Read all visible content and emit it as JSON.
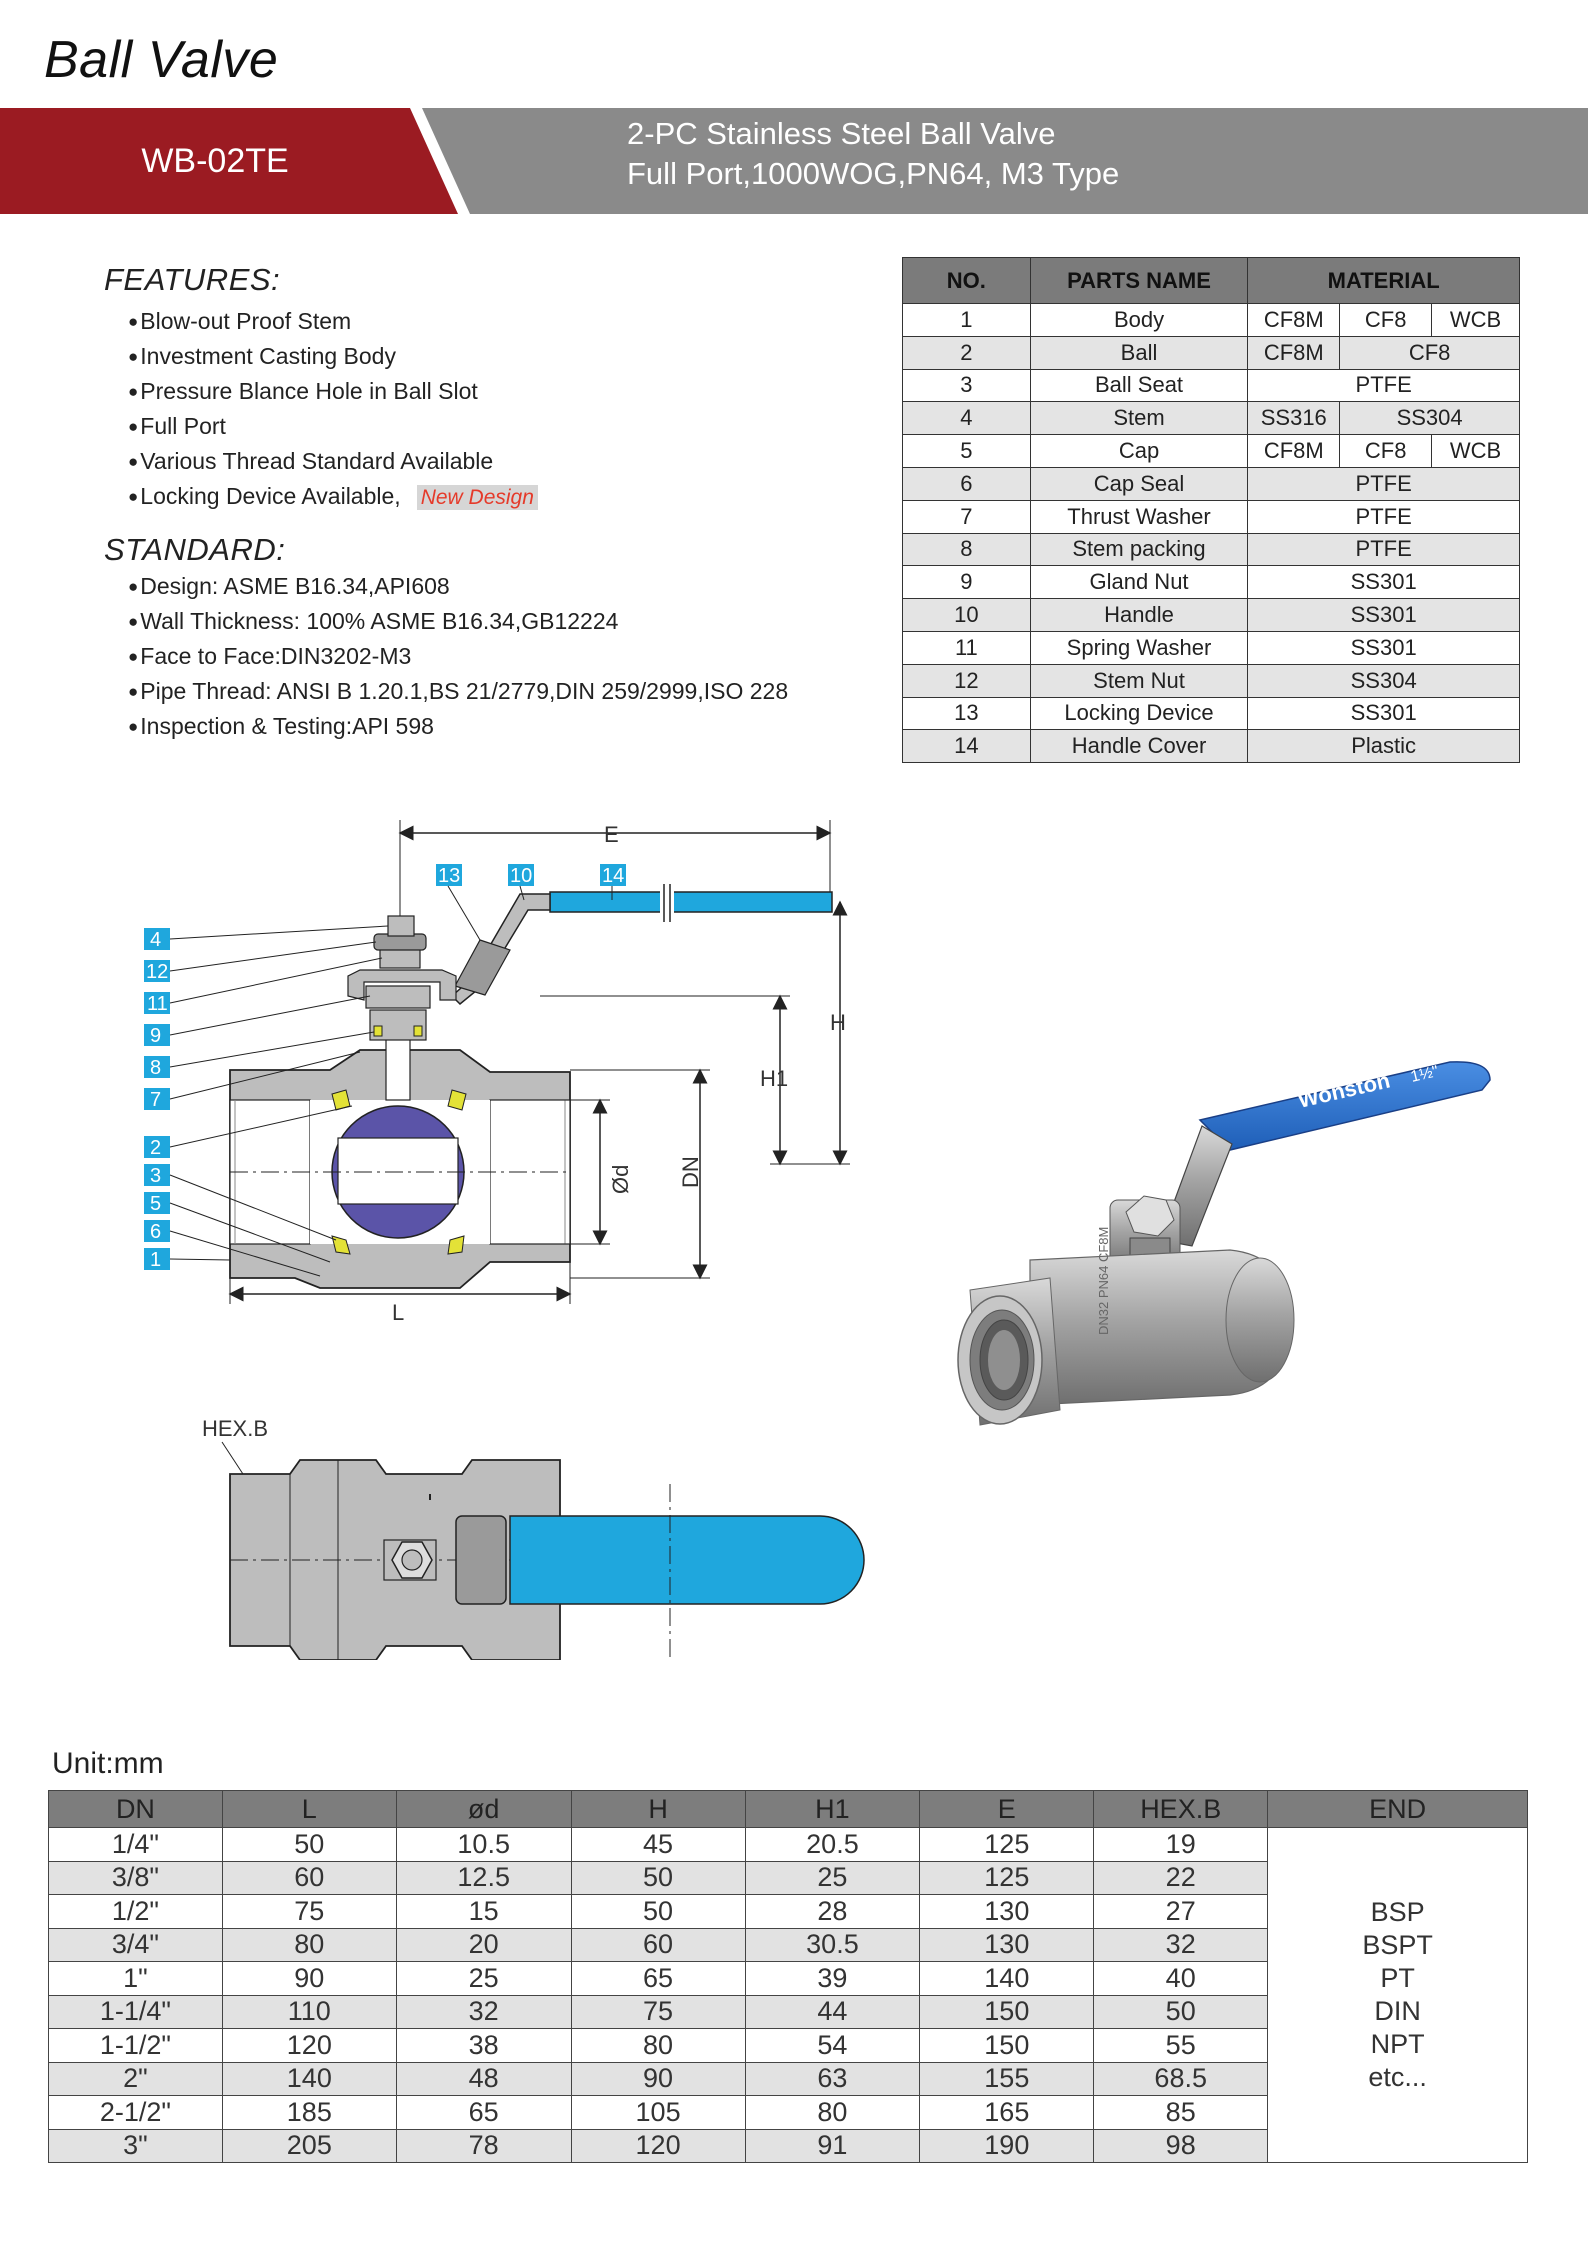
{
  "page": {
    "title": "Ball Valve",
    "model": "WB-02TE",
    "subtitle_line1": "2-PC Stainless Steel Ball Valve",
    "subtitle_line2": "Full Port,1000WOG,PN64, M3 Type"
  },
  "colors": {
    "banner_red": "#9b1b22",
    "banner_gray": "#8a8a8a",
    "accent_blue": "#1fa7dd",
    "new_design_red": "#e53a2a"
  },
  "features": {
    "heading": "FEATURES:",
    "items": [
      "Blow-out Proof Stem",
      "Investment Casting Body",
      "Pressure Blance Hole in Ball Slot",
      "Full Port",
      "Various Thread  Standard Available",
      "Locking Device Available,"
    ],
    "new_design_label": "New Design"
  },
  "standard": {
    "heading": "STANDARD:",
    "items": [
      "Design:  ASME B16.34,API608",
      "Wall Thickness: 100% ASME B16.34,GB12224",
      "Face to Face:DIN3202-M3",
      "Pipe Thread: ANSI B 1.20.1,BS 21/2779,DIN 259/2999,ISO 228",
      "Inspection & Testing:API 598"
    ]
  },
  "parts_table": {
    "headers": [
      "NO.",
      "PARTS NAME",
      "MATERIAL"
    ],
    "rows": [
      {
        "no": "1",
        "name": "Body",
        "materials": [
          "CF8M",
          "CF8",
          "WCB"
        ]
      },
      {
        "no": "2",
        "name": "Ball",
        "materials": [
          "CF8M",
          "CF8"
        ]
      },
      {
        "no": "3",
        "name": "Ball Seat",
        "materials": [
          "PTFE"
        ]
      },
      {
        "no": "4",
        "name": "Stem",
        "materials": [
          "SS316",
          "SS304"
        ]
      },
      {
        "no": "5",
        "name": "Cap",
        "materials": [
          "CF8M",
          "CF8",
          "WCB"
        ]
      },
      {
        "no": "6",
        "name": "Cap Seal",
        "materials": [
          "PTFE"
        ]
      },
      {
        "no": "7",
        "name": "Thrust Washer",
        "materials": [
          "PTFE"
        ]
      },
      {
        "no": "8",
        "name": "Stem packing",
        "materials": [
          "PTFE"
        ]
      },
      {
        "no": "9",
        "name": "Gland Nut",
        "materials": [
          "SS301"
        ]
      },
      {
        "no": "10",
        "name": "Handle",
        "materials": [
          "SS301"
        ]
      },
      {
        "no": "11",
        "name": "Spring Washer",
        "materials": [
          "SS301"
        ]
      },
      {
        "no": "12",
        "name": "Stem Nut",
        "materials": [
          "SS304"
        ]
      },
      {
        "no": "13",
        "name": "Locking Device",
        "materials": [
          "SS301"
        ]
      },
      {
        "no": "14",
        "name": "Handle Cover",
        "materials": [
          "Plastic"
        ]
      }
    ]
  },
  "drawing": {
    "callouts_left": [
      "4",
      "12",
      "11",
      "9",
      "8",
      "7",
      "2",
      "3",
      "5",
      "6",
      "1"
    ],
    "callouts_top": [
      "13",
      "10",
      "14"
    ],
    "dim_labels": {
      "E": "E",
      "H": "H",
      "H1": "H1",
      "phi_d": "Ød",
      "DN": "DN",
      "L": "L",
      "hex_b": "HEX.B"
    }
  },
  "photo": {
    "handle_brand": "Wonston",
    "handle_marks": "1½\"",
    "body_marks": "DN32 PN64 CF8M"
  },
  "unit_label": "Unit:mm",
  "dims_table": {
    "headers": [
      "DN",
      "L",
      "ød",
      "H",
      "H1",
      "E",
      "HEX.B",
      "END"
    ],
    "rows": [
      [
        "1/4\"",
        "50",
        "10.5",
        "45",
        "20.5",
        "125",
        "19"
      ],
      [
        "3/8\"",
        "60",
        "12.5",
        "50",
        "25",
        "125",
        "22"
      ],
      [
        "1/2\"",
        "75",
        "15",
        "50",
        "28",
        "130",
        "27"
      ],
      [
        "3/4\"",
        "80",
        "20",
        "60",
        "30.5",
        "130",
        "32"
      ],
      [
        "1\"",
        "90",
        "25",
        "65",
        "39",
        "140",
        "40"
      ],
      [
        "1-1/4\"",
        "110",
        "32",
        "75",
        "44",
        "150",
        "50"
      ],
      [
        "1-1/2\"",
        "120",
        "38",
        "80",
        "54",
        "150",
        "55"
      ],
      [
        "2\"",
        "140",
        "48",
        "90",
        "63",
        "155",
        "68.5"
      ],
      [
        "2-1/2\"",
        "185",
        "65",
        "105",
        "80",
        "165",
        "85"
      ],
      [
        "3\"",
        "205",
        "78",
        "120",
        "91",
        "190",
        "98"
      ]
    ],
    "end_values": [
      "BSP",
      "BSPT",
      "PT",
      "DIN",
      "NPT",
      "etc..."
    ]
  }
}
